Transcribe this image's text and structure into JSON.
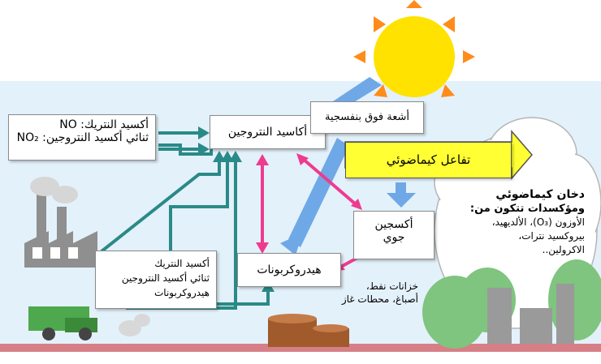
{
  "colors": {
    "sky": "#e3f1fb",
    "ground": "#d77f86",
    "sun": "#ffe200",
    "sun_rays": "#ff8c1a",
    "teal_arrow": "#2a8a87",
    "pink_arrow": "#ee3b8f",
    "blue_arrow": "#6fa8e6",
    "yellow_box": "#ffff33",
    "truck": "#4ea84e",
    "factory": "#8f8f8f",
    "trees": "#7fc47f",
    "tanks": "#a05a2c"
  },
  "boxes": {
    "sources": {
      "line1": "أكسيد النتريك: NO",
      "line2": "ثنائي أكسيد النتروجين: NO₂"
    },
    "nitrogen_oxides": {
      "label": "أكاسيد النتروجين"
    },
    "uv": {
      "label": "أشعة فوق بنفسجية"
    },
    "photochem": {
      "label": "تفاعل كيماضوئي"
    },
    "hydrocarbons": {
      "label": "هيدروكربونات"
    },
    "atmo_oxygen": {
      "line1": "أكسجين",
      "line2": "جوي"
    },
    "vehicle_emissions": {
      "line1": "أكسيد النتريك",
      "line2": "ثنائي أكسيد النتروجين",
      "line3": "هيدروكربونات"
    }
  },
  "labels": {
    "oil_sources": {
      "line1": "خزانات نفط،",
      "line2": "أصباغ، محطات غاز"
    },
    "smog": {
      "line1": "دخان كيماضوئي",
      "line2": "ومؤكسدات تتكون من:",
      "line3": "الأوزون (O₃)، الألديهيد،",
      "line4": "بيروكسيد نترات،",
      "line5": "الاكرولين.."
    }
  }
}
